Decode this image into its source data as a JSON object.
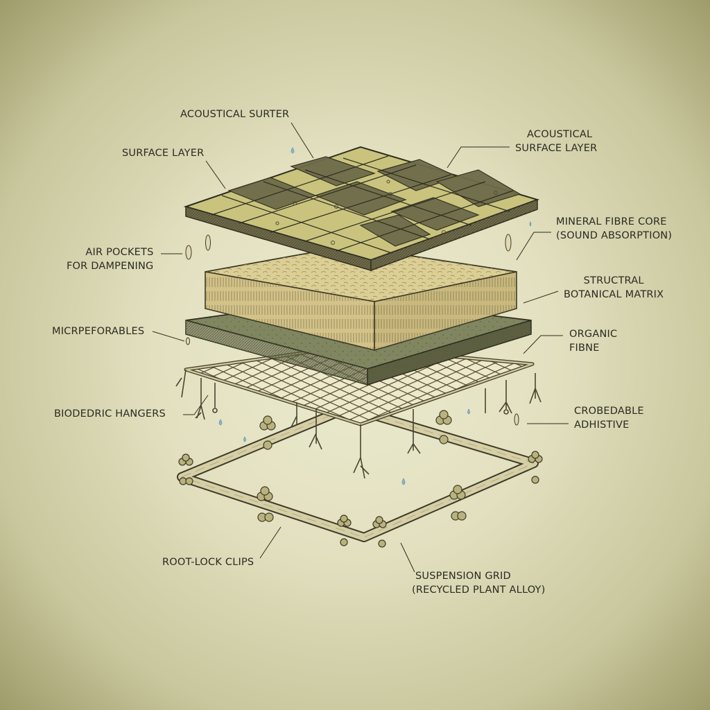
{
  "title": "Exploded view of botanical acoustical ceiling tile system",
  "colors": {
    "background": "#e2e0bf",
    "surface_light": "#c9c37e",
    "surface_dark": "#6e6b4a",
    "core": "#dccf96",
    "board": "#7f8660",
    "grid": "#cfc69a",
    "frame": "#d6cfa6",
    "ink": "#2a2a22",
    "water_drop": "#8ab8cc"
  },
  "labels": [
    {
      "id": "acoustical-surter",
      "lines": [
        "ACOUSTICAL SURTER"
      ]
    },
    {
      "id": "surface-layer",
      "lines": [
        "SURFACE LAYER"
      ]
    },
    {
      "id": "acoustical-surface-layer",
      "lines": [
        "ACOUSTICAL",
        "SURFACE LAYER"
      ]
    },
    {
      "id": "air-pockets",
      "lines": [
        "AIR POCKETS",
        "FOR DAMPENING"
      ]
    },
    {
      "id": "mineral-fibre-core",
      "lines": [
        "MINERAL FIBRE CORE",
        "(SOUND ABSORPTION)"
      ]
    },
    {
      "id": "structural-botanical-matrix",
      "lines": [
        "STRUCTRAL",
        "BOTANICAL MATRIX"
      ]
    },
    {
      "id": "microperforables",
      "lines": [
        "MICRPEFORABLES"
      ]
    },
    {
      "id": "organic-fibre",
      "lines": [
        "ORGANIC",
        "FIBNE"
      ]
    },
    {
      "id": "biodedric-hangers",
      "lines": [
        "BIODEDRIC HANGERS"
      ]
    },
    {
      "id": "crobedable-adhistive",
      "lines": [
        "CROBEDABLE",
        "ADHISTIVE"
      ]
    },
    {
      "id": "root-lock-clips",
      "lines": [
        "ROOT-LOCK CLIPS"
      ]
    },
    {
      "id": "suspension-grid",
      "lines": [
        "SUSPENSION GRID",
        "(RECYCLED PLANT ALLOY)"
      ]
    }
  ],
  "layers": [
    {
      "name": "Acoustical surface layer",
      "order": 1
    },
    {
      "name": "Mineral fibre core",
      "order": 2
    },
    {
      "name": "Structural board",
      "order": 3
    },
    {
      "name": "Woven organic fibre grid",
      "order": 4
    },
    {
      "name": "Suspension frame with root-lock clips",
      "order": 5
    }
  ]
}
